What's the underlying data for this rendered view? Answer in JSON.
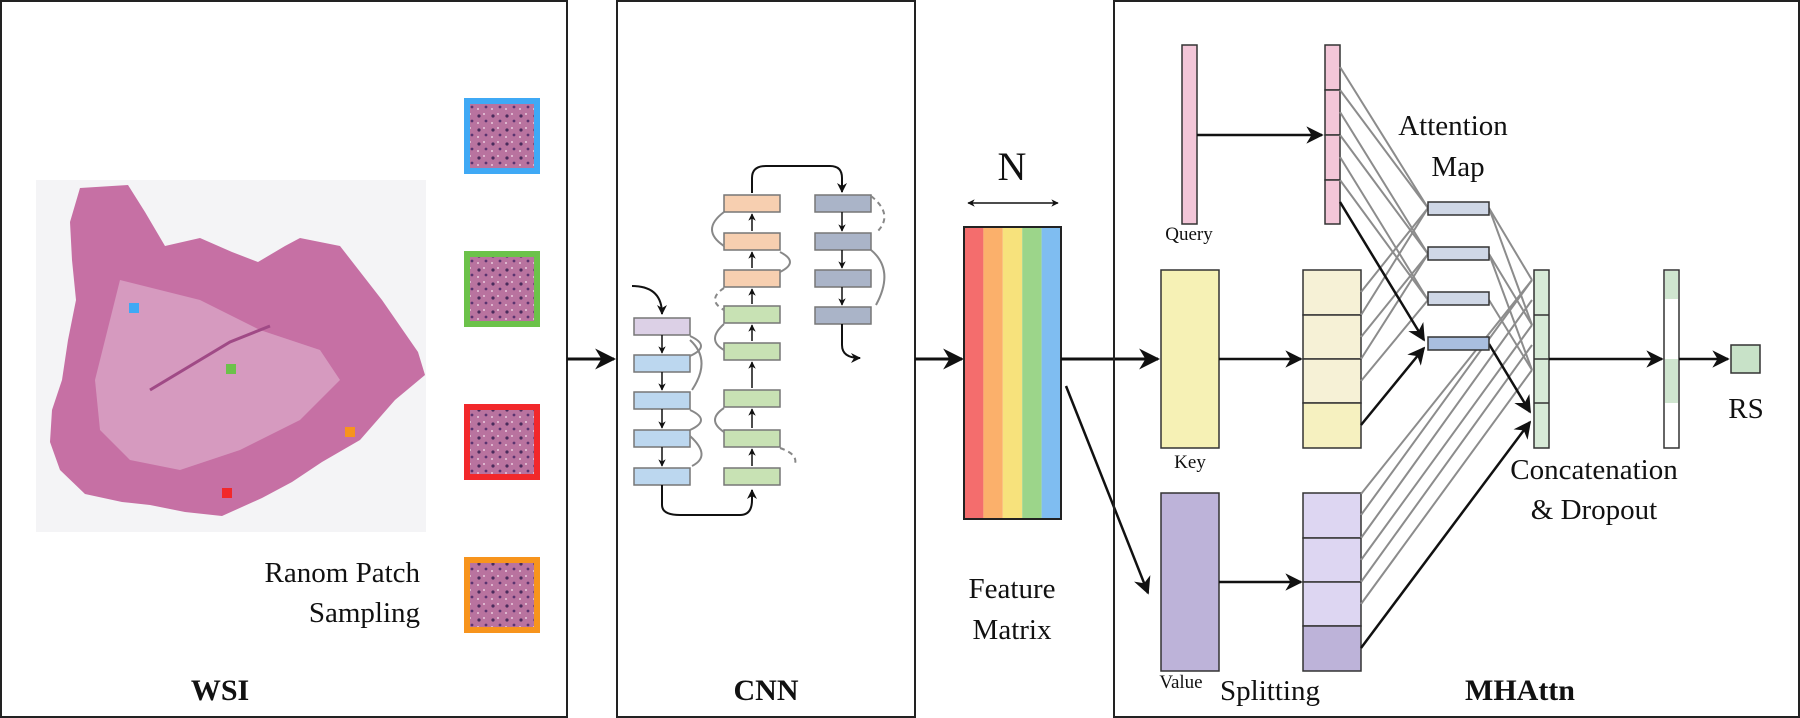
{
  "panels": {
    "wsi": {
      "title": "WSI",
      "sampling_label_line1": "Ranom Patch",
      "sampling_label_line2": "Sampling"
    },
    "cnn": {
      "title": "CNN"
    },
    "feature": {
      "dimension_label": "N",
      "label_line1": "Feature",
      "label_line2": "Matrix"
    },
    "mhattn": {
      "title": "MHAttn",
      "query_label": "Query",
      "key_label": "Key",
      "value_label": "Value",
      "splitting_label": "Splitting",
      "attention_map_line1": "Attention",
      "attention_map_line2": "Map",
      "concat_line1": "Concatenation",
      "concat_line2": "& Dropout",
      "output_label": "RS"
    }
  },
  "colors": {
    "patch_blue": "#3fa9f5",
    "patch_green": "#6cc24a",
    "patch_red": "#f2282b",
    "patch_orange": "#f7941d",
    "tissue": "#c9739f",
    "query": "#f3c6d8",
    "key": "#f6f1b5",
    "value": "#bdb3d9",
    "feature_stripes": [
      "#f46d6d",
      "#fbb06b",
      "#f7e27c",
      "#9cd58a",
      "#7fbdf1"
    ]
  }
}
